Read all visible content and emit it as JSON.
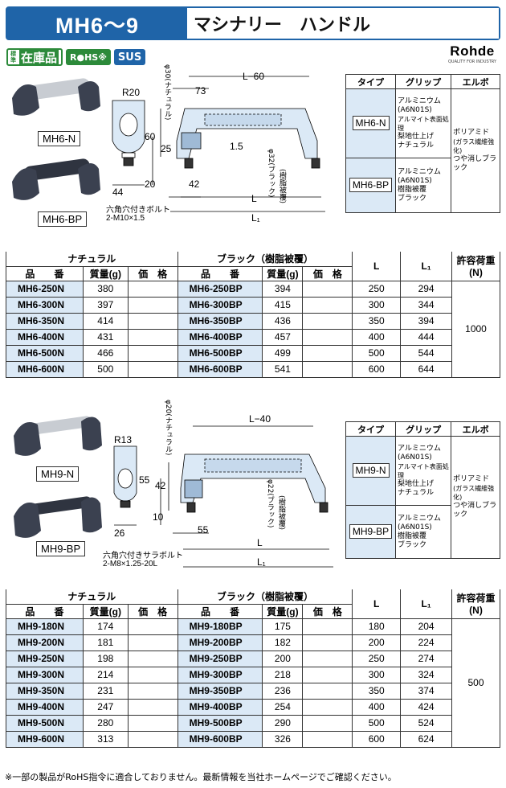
{
  "header": {
    "model": "MH6〜9",
    "title": "マシナリー　ハンドル"
  },
  "badges": {
    "std_small": "標準",
    "std_main": "在庫品",
    "rohs": "R●HS※",
    "sus": "SUS"
  },
  "brand": {
    "name": "Rohde",
    "tagline": "QUALITY FOR INDUSTRY"
  },
  "mh6": {
    "products": [
      "MH6-N",
      "MH6-BP"
    ],
    "dims": {
      "r": "R20",
      "w": "44",
      "h60": "60",
      "h25": "25",
      "h20": "20",
      "d73": "73",
      "l60": "L−60",
      "d15": "1.5",
      "d42": "42",
      "L": "L",
      "L1": "L₁",
      "dia30": "φ30(ナチュラル)",
      "dia32": "φ32(ブラック)",
      "resin": "(樹脂被覆)",
      "bolt1": "六角穴付きボルト",
      "bolt2": "2-M10×1.5"
    },
    "spec": {
      "headers": [
        "タイプ",
        "グリップ",
        "エルボ"
      ],
      "rows": [
        {
          "type": "MH6-N",
          "grip": [
            "アルミニウム",
            "(A6N01S)",
            "アルマイト表面処理",
            "梨地仕上げ",
            "ナチュラル"
          ]
        },
        {
          "type": "MH6-BP",
          "grip": [
            "アルミニウム",
            "(A6N01S)",
            "樹脂被覆",
            "ブラック"
          ]
        }
      ],
      "elbow": [
        "ポリアミド",
        "(ガラス繊維強化)",
        "つや消しブラック"
      ]
    },
    "table": {
      "group_natural": "ナチュラル",
      "group_black": "ブラック（樹脂被覆）",
      "col_part": "品　　番",
      "col_mass": "質量(g)",
      "col_price": "価　格",
      "col_L": "L",
      "col_L1": "L₁",
      "col_load": "許容荷重",
      "col_load_unit": "(N)",
      "load": "1000",
      "rows": [
        {
          "n": "MH6-250N",
          "nm": "380",
          "b": "MH6-250BP",
          "bm": "394",
          "L": "250",
          "L1": "294"
        },
        {
          "n": "MH6-300N",
          "nm": "397",
          "b": "MH6-300BP",
          "bm": "415",
          "L": "300",
          "L1": "344"
        },
        {
          "n": "MH6-350N",
          "nm": "414",
          "b": "MH6-350BP",
          "bm": "436",
          "L": "350",
          "L1": "394"
        },
        {
          "n": "MH6-400N",
          "nm": "431",
          "b": "MH6-400BP",
          "bm": "457",
          "L": "400",
          "L1": "444"
        },
        {
          "n": "MH6-500N",
          "nm": "466",
          "b": "MH6-500BP",
          "bm": "499",
          "L": "500",
          "L1": "544"
        },
        {
          "n": "MH6-600N",
          "nm": "500",
          "b": "MH6-600BP",
          "bm": "541",
          "L": "600",
          "L1": "644"
        }
      ]
    }
  },
  "mh9": {
    "products": [
      "MH9-N",
      "MH9-BP"
    ],
    "dims": {
      "r": "R13",
      "w": "26",
      "h55": "55",
      "h42": "42",
      "h10": "10",
      "l40": "L−40",
      "d55": "55",
      "L": "L",
      "L1": "L₁",
      "dia20": "φ20(ナチュラル)",
      "dia22": "φ22(ブラック)",
      "resin": "(樹脂被覆)",
      "bolt1": "六角穴付きサラボルト",
      "bolt2": "2-M8×1.25-20L"
    },
    "spec": {
      "headers": [
        "タイプ",
        "グリップ",
        "エルボ"
      ],
      "rows": [
        {
          "type": "MH9-N",
          "grip": [
            "アルミニウム",
            "(A6N01S)",
            "アルマイト表面処理",
            "梨地仕上げ",
            "ナチュラル"
          ]
        },
        {
          "type": "MH9-BP",
          "grip": [
            "アルミニウム",
            "(A6N01S)",
            "樹脂被覆",
            "ブラック"
          ]
        }
      ],
      "elbow": [
        "ポリアミド",
        "(ガラス繊維強化)",
        "つや消しブラック"
      ]
    },
    "table": {
      "group_natural": "ナチュラル",
      "group_black": "ブラック（樹脂被覆）",
      "col_part": "品　　番",
      "col_mass": "質量(g)",
      "col_price": "価　格",
      "col_L": "L",
      "col_L1": "L₁",
      "col_load": "許容荷重",
      "col_load_unit": "(N)",
      "load": "500",
      "rows": [
        {
          "n": "MH9-180N",
          "nm": "174",
          "b": "MH9-180BP",
          "bm": "175",
          "L": "180",
          "L1": "204"
        },
        {
          "n": "MH9-200N",
          "nm": "181",
          "b": "MH9-200BP",
          "bm": "182",
          "L": "200",
          "L1": "224"
        },
        {
          "n": "MH9-250N",
          "nm": "198",
          "b": "MH9-250BP",
          "bm": "200",
          "L": "250",
          "L1": "274"
        },
        {
          "n": "MH9-300N",
          "nm": "214",
          "b": "MH9-300BP",
          "bm": "218",
          "L": "300",
          "L1": "324"
        },
        {
          "n": "MH9-350N",
          "nm": "231",
          "b": "MH9-350BP",
          "bm": "236",
          "L": "350",
          "L1": "374"
        },
        {
          "n": "MH9-400N",
          "nm": "247",
          "b": "MH9-400BP",
          "bm": "254",
          "L": "400",
          "L1": "424"
        },
        {
          "n": "MH9-500N",
          "nm": "280",
          "b": "MH9-500BP",
          "bm": "290",
          "L": "500",
          "L1": "524"
        },
        {
          "n": "MH9-600N",
          "nm": "313",
          "b": "MH9-600BP",
          "bm": "326",
          "L": "600",
          "L1": "624"
        }
      ]
    }
  },
  "footnote": "※一部の製品がRoHS指令に適合しておりません。最新情報を当社ホームページでご確認ください。"
}
